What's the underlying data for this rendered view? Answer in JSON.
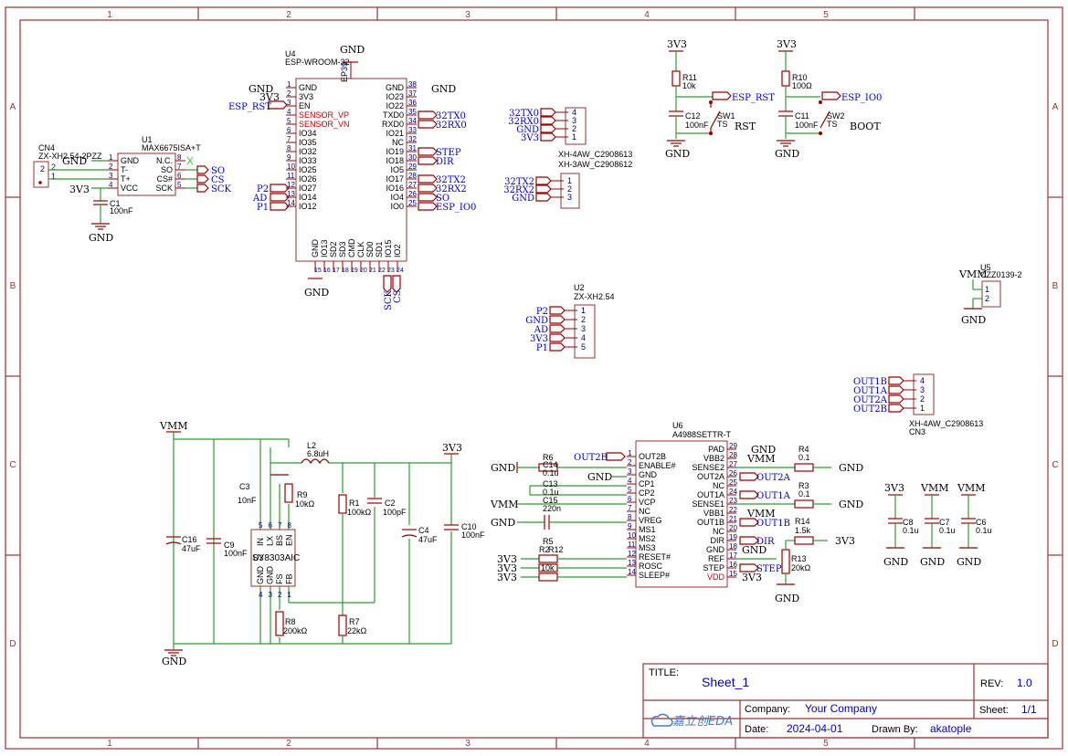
{
  "grid": {
    "columns": [
      "1",
      "2",
      "3",
      "4",
      "5"
    ],
    "rows": [
      "A",
      "B",
      "C",
      "D"
    ]
  },
  "title_block": {
    "title_label": "TITLE:",
    "title": "Sheet_1",
    "rev_label": "REV:",
    "rev": "1.0",
    "company_label": "Company:",
    "company": "Your Company",
    "sheet_label": "Sheet:",
    "sheet": "1/1",
    "date_label": "Date:",
    "date": "2024-04-01",
    "drawn_by_label": "Drawn By:",
    "drawn_by": "akatople",
    "logo_text": "嘉立创EDA"
  },
  "u1": {
    "ref": "U1",
    "part": "MAX6675ISA+T",
    "left_pins": [
      "GND",
      "T-",
      "T+",
      "VCC"
    ],
    "left_nums": [
      "1",
      "2",
      "3",
      "4"
    ],
    "right_pins": [
      "N.C.",
      "SO",
      "CS#",
      "SCK"
    ],
    "right_nums": [
      "8",
      "7",
      "6",
      "5"
    ],
    "nets": [
      "SO",
      "CS",
      "SCK"
    ]
  },
  "cn4": {
    "ref": "CN4",
    "part": "ZX-XH2.54-2PZZ",
    "pins": [
      "2",
      "1"
    ]
  },
  "c1": {
    "ref": "C1",
    "value": "100nF"
  },
  "u4": {
    "ref": "U4",
    "part": "ESP-WROOM-32",
    "left_pins": [
      "GND",
      "3V3",
      "EN",
      "SENSOR_VP",
      "SENSOR_VN",
      "IO34",
      "IO35",
      "IO32",
      "IO33",
      "IO25",
      "IO26",
      "IO27",
      "IO14",
      "IO12"
    ],
    "left_nums": [
      "1",
      "2",
      "3",
      "4",
      "5",
      "6",
      "7",
      "8",
      "9",
      "10",
      "11",
      "12",
      "13",
      "14"
    ],
    "right_pins": [
      "GND",
      "IO23",
      "IO22",
      "TXD0",
      "RXD0",
      "IO21",
      "NC",
      "IO19",
      "IO18",
      "IO5",
      "IO17",
      "IO16",
      "IO4",
      "IO0"
    ],
    "right_nums": [
      "38",
      "37",
      "36",
      "35",
      "34",
      "33",
      "32",
      "31",
      "30",
      "29",
      "28",
      "27",
      "26",
      "25"
    ],
    "bottom_pins": [
      "GND",
      "IO13",
      "SD2",
      "SD3",
      "CMD",
      "CLK",
      "SD0",
      "SD1",
      "IO15",
      "IO2"
    ],
    "bottom_nums": [
      "15",
      "16",
      "17",
      "18",
      "19",
      "20",
      "21",
      "22",
      "23",
      "24"
    ],
    "ep": "EP",
    "ep_num": "39"
  },
  "u4_nets": {
    "left": [
      "ESP_RST",
      "P2",
      "AD",
      "P1"
    ],
    "right": [
      "32TX0",
      "32RX0",
      "STEP",
      "DIR",
      "32TX2",
      "32RX2",
      "SO",
      "ESP_IO0"
    ],
    "bottom": [
      "SCK",
      "CS"
    ]
  },
  "cn_uart0": {
    "part": "XH-4AW_C2908613",
    "pins": [
      "4",
      "3",
      "2",
      "1"
    ],
    "nets": [
      "32TX0",
      "32RX0",
      "GND",
      "3V3"
    ]
  },
  "cn_uart2": {
    "part": "XH-3AW_C2908612",
    "pins": [
      "1",
      "2",
      "3"
    ],
    "nets": [
      "32TX2",
      "32RX2",
      "GND"
    ]
  },
  "u2": {
    "ref": "U2",
    "part": "ZX-XH2.54",
    "pins": [
      "1",
      "2",
      "3",
      "4",
      "5"
    ],
    "nets": [
      "P2",
      "GND",
      "AD",
      "3V3",
      "P1"
    ]
  },
  "rst_circuit": {
    "r": "R11",
    "r_value": "10k",
    "c": "C12",
    "c_value": "100nF",
    "sw": "SW1",
    "sw_type": "TS",
    "net": "ESP_RST",
    "label": "RST"
  },
  "boot_circuit": {
    "r": "R10",
    "r_value": "100Ω",
    "c": "C11",
    "c_value": "100nF",
    "sw": "SW2",
    "sw_type": "TS",
    "net": "ESP_IO0",
    "label": "BOOT"
  },
  "u5": {
    "ref": "U5",
    "part": "CZZ0139-2",
    "pins": [
      "1",
      "2"
    ]
  },
  "cn3": {
    "ref": "CN3",
    "part": "XH-4AW_C2908613",
    "pins": [
      "4",
      "3",
      "2",
      "1"
    ],
    "nets": [
      "OUT1B",
      "OUT1A",
      "OUT2A",
      "OUT2B"
    ]
  },
  "u3": {
    "ref": "U3",
    "part": "SY8303AIC",
    "top_pins": [
      "IN",
      "LX",
      "BS",
      "EN"
    ],
    "top_nums": [
      "5",
      "6",
      "7",
      "8"
    ],
    "bottom_pins": [
      "GND",
      "GND",
      "FS",
      "FB"
    ],
    "bottom_nums": [
      "4",
      "3",
      "2",
      "1"
    ]
  },
  "buck_parts": {
    "l2": "L2",
    "l2_value": "6.8uH",
    "c3": "C3",
    "c3_value": "10nF",
    "r9": "R9",
    "r9_value": "10kΩ",
    "r1": "R1",
    "r1_value": "100kΩ",
    "c2": "C2",
    "c2_value": "100pF",
    "c16": "C16",
    "c16_value": "47uF",
    "c9": "C9",
    "c9_value": "100nF",
    "c4": "C4",
    "c4_value": "47uF",
    "c10": "C10",
    "c10_value": "100nF",
    "r8": "R8",
    "r8_value": "200kΩ",
    "r7": "R7",
    "r7_value": "22kΩ"
  },
  "u6": {
    "ref": "U6",
    "part": "A4988SETTR-T",
    "left_pins": [
      "OUT2B",
      "ENABLE#",
      "GND",
      "CP1",
      "CP2",
      "VCP",
      "NC",
      "VREG",
      "MS1",
      "MS2",
      "MS3",
      "RESET#",
      "ROSC",
      "SLEEP#"
    ],
    "left_nums": [
      "1",
      "2",
      "3",
      "4",
      "5",
      "6",
      "7",
      "8",
      "9",
      "10",
      "11",
      "12",
      "13",
      "14"
    ],
    "right_pins": [
      "PAD",
      "VBB2",
      "SENSE2",
      "OUT2A",
      "NC",
      "OUT1A",
      "SENSE1",
      "VBB1",
      "OUT1B",
      "NC",
      "DIR",
      "GND",
      "REF",
      "STEP",
      "VDD"
    ],
    "right_nums": [
      "29",
      "28",
      "27",
      "26",
      "25",
      "24",
      "23",
      "22",
      "21",
      "20",
      "19",
      "18",
      "17",
      "16",
      "15"
    ]
  },
  "u6_parts": {
    "r6": "R6",
    "r6_value": "10k",
    "c14": "C14",
    "c14_value": "0.1u",
    "c13": "C13",
    "c13_value": "0.1u",
    "c15": "C15",
    "c15_value": "220n",
    "r5": "R5",
    "r2": "R2",
    "r12": "R12",
    "r_value": "10k",
    "r4": "R4",
    "r4_value": "0.1",
    "r3": "R3",
    "r3_value": "0.1",
    "r14": "R14",
    "r14_value": "1.5k",
    "r13": "R13",
    "r13_value": "20kΩ"
  },
  "u6_nets": [
    "OUT2B",
    "OUT2A",
    "OUT1A",
    "OUT1B",
    "DIR",
    "STEP"
  ],
  "decoupling": [
    {
      "ref": "C8",
      "value": "0.1u",
      "net": "3V3"
    },
    {
      "ref": "C7",
      "value": "0.1u",
      "net": "VMM"
    },
    {
      "ref": "C6",
      "value": "0.1u",
      "net": "VMM"
    }
  ],
  "power_nets": {
    "gnd": "GND",
    "v33": "3V3",
    "vmm": "VMM"
  }
}
